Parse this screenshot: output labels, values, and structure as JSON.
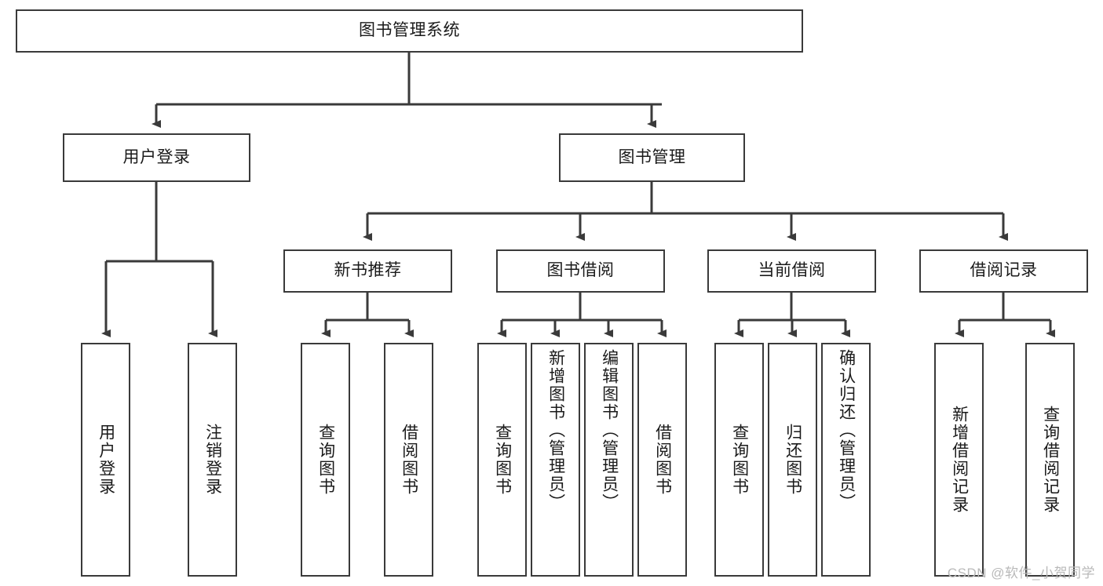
{
  "diagram": {
    "title_node": {
      "label": "图书管理系统"
    },
    "level2": [
      {
        "id": "user-login",
        "label": "用户登录"
      },
      {
        "id": "book-management",
        "label": "图书管理"
      }
    ],
    "level3": [
      {
        "id": "new-book-recommend",
        "label": "新书推荐"
      },
      {
        "id": "book-borrow",
        "label": "图书借阅"
      },
      {
        "id": "current-borrow",
        "label": "当前借阅"
      },
      {
        "id": "borrow-record",
        "label": "借阅记录"
      }
    ],
    "leaves": {
      "user_login": [
        {
          "id": "leaf-user-login",
          "label": "用户登录"
        },
        {
          "id": "leaf-logout",
          "label": "注销登录"
        }
      ],
      "new_book_recommend": [
        {
          "id": "leaf-query-book-1",
          "label": "查询图书"
        },
        {
          "id": "leaf-borrow-book-1",
          "label": "借阅图书"
        }
      ],
      "book_borrow": [
        {
          "id": "leaf-query-book-2",
          "label": "查询图书"
        },
        {
          "id": "leaf-add-book",
          "label": "新增图书（管理员）"
        },
        {
          "id": "leaf-edit-book",
          "label": "编辑图书（管理员）"
        },
        {
          "id": "leaf-borrow-book-2",
          "label": "借阅图书"
        }
      ],
      "current_borrow": [
        {
          "id": "leaf-query-book-3",
          "label": "查询图书"
        },
        {
          "id": "leaf-return-book",
          "label": "归还图书"
        },
        {
          "id": "leaf-confirm-return",
          "label": "确认归还（管理员）"
        }
      ],
      "borrow_record": [
        {
          "id": "leaf-add-record",
          "label": "新增借阅记录"
        },
        {
          "id": "leaf-query-record",
          "label": "查询借阅记录"
        }
      ]
    },
    "watermark": "CSDN @软件_小贺同学",
    "colors": {
      "stroke": "#3a3a3a",
      "text": "#1a1a1a",
      "background": "#ffffff",
      "watermark": "#b9b9b9"
    }
  }
}
